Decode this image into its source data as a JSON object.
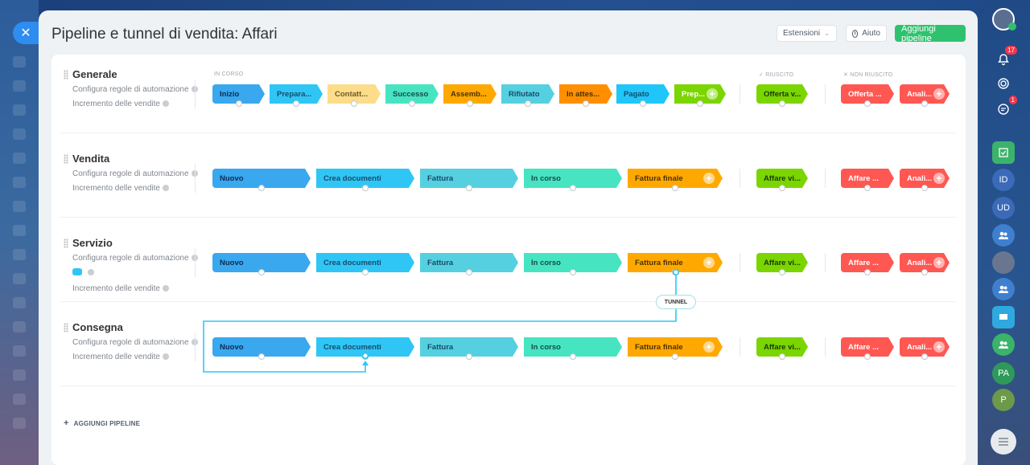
{
  "window": {
    "title": "Pipeline e tunnel di vendita: Affari"
  },
  "header": {
    "extensions_label": "Estensioni",
    "help_label": "Aiuto",
    "add_pipeline_label": "Aggiungi pipeline"
  },
  "columns": {
    "in_progress": "IN CORSO",
    "success": "RIUSCITO",
    "failure": "NON RIUSCITO"
  },
  "links": {
    "automation": "Configura regole di automazione",
    "sales_increment": "Incremento delle vendite"
  },
  "pipelines": [
    {
      "name": "Generale",
      "stages": [
        {
          "label": "Inizio",
          "color": "#39a8ef"
        },
        {
          "label": "Prepara...",
          "color": "#2fc6f6"
        },
        {
          "label": "Contatt...",
          "color": "#fddc8a"
        },
        {
          "label": "Successo",
          "color": "#47e4c2"
        },
        {
          "label": "Assemb...",
          "color": "#ffa900"
        },
        {
          "label": "Rifiutato",
          "color": "#55d0e0"
        },
        {
          "label": "In attes...",
          "color": "#ff8f00"
        },
        {
          "label": "Pagato",
          "color": "#1ec6fa"
        },
        {
          "label": "Prep...",
          "color": "#7bd500"
        }
      ],
      "success": "Offerta v...",
      "failures": [
        "Offerta ...",
        "Anali..."
      ]
    },
    {
      "name": "Vendita",
      "stages": [
        {
          "label": "Nuovo",
          "color": "#39a8ef"
        },
        {
          "label": "Crea documenti",
          "color": "#2fc6f6"
        },
        {
          "label": "Fattura",
          "color": "#55d0e0"
        },
        {
          "label": "In corso",
          "color": "#47e4c2"
        },
        {
          "label": "Fattura finale",
          "color": "#ffa900"
        }
      ],
      "success": "Affare vi...",
      "failures": [
        "Affare ...",
        "Anali..."
      ]
    },
    {
      "name": "Servizio",
      "stages": [
        {
          "label": "Nuovo",
          "color": "#39a8ef"
        },
        {
          "label": "Crea documenti",
          "color": "#2fc6f6"
        },
        {
          "label": "Fattura",
          "color": "#55d0e0"
        },
        {
          "label": "In corso",
          "color": "#47e4c2"
        },
        {
          "label": "Fattura finale",
          "color": "#ffa900"
        }
      ],
      "success": "Affare vi...",
      "failures": [
        "Affare ...",
        "Anali..."
      ]
    },
    {
      "name": "Consegna",
      "stages": [
        {
          "label": "Nuovo",
          "color": "#39a8ef"
        },
        {
          "label": "Crea documenti",
          "color": "#2fc6f6"
        },
        {
          "label": "Fattura",
          "color": "#55d0e0"
        },
        {
          "label": "In corso",
          "color": "#47e4c2"
        },
        {
          "label": "Fattura finale",
          "color": "#ffa900"
        }
      ],
      "success": "Affare vi...",
      "failures": [
        "Affare ...",
        "Anali..."
      ]
    }
  ],
  "tunnel_label": "TUNNEL",
  "add_pipeline_footer": "AGGIUNGI PIPELINE",
  "colors": {
    "success": "#7bd500",
    "failure": "#ff5752",
    "tunnel_line": "#2fc6f6",
    "accent_blue": "#2f8cf0"
  },
  "right_rail": {
    "notifications_badge": "17",
    "chat_badge": "1",
    "avatars": [
      "ID",
      "UD",
      "PA",
      "P"
    ]
  }
}
